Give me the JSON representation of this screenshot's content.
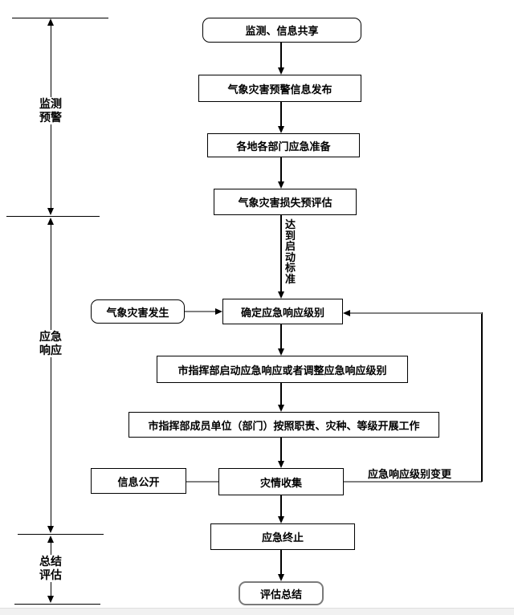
{
  "diagram": {
    "phases": [
      {
        "line1": "监测",
        "line2": "预警"
      },
      {
        "line1": "应急",
        "line2": "响应"
      },
      {
        "line1": "总结",
        "line2": "评估"
      }
    ],
    "nodes": {
      "monitor_share": "监测、信息共享",
      "warning_release": "气象灾害预警信息发布",
      "preparation": "各地各部门应急准备",
      "loss_preassessment": "气象灾害损失预评估",
      "determine_level": "确定应急响应级别",
      "disaster_occurs": "气象灾害发生",
      "start_adjust_response": "市指挥部启动应急响应或者调整应急响应级别",
      "members_work": "市指挥部成员单位（部门）按照职责、灾种、等级开展工作",
      "info_disclosure": "信息公开",
      "disaster_collection": "灾情收集",
      "emergency_end": "应急终止",
      "evaluation_summary": "评估总结"
    },
    "edge_labels": {
      "reach_criteria": "达到启动标准",
      "level_change": "应急响应级别变更"
    },
    "colors": {
      "line": "#000000",
      "gray_line": "#808080",
      "summary_border": "#7a7a7a"
    }
  }
}
